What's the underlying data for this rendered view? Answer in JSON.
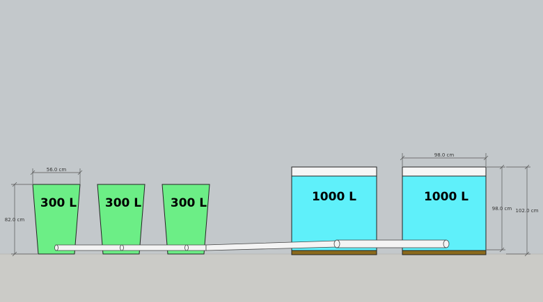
{
  "small_tanks": [
    {
      "label": "300 L",
      "color": "#6cee86"
    },
    {
      "label": "300 L",
      "color": "#6cee86"
    },
    {
      "label": "300 L",
      "color": "#6cee86"
    }
  ],
  "large_tanks": [
    {
      "label": "1000 L",
      "color": "#5ff0fa"
    },
    {
      "label": "1000 L",
      "color": "#5ff0fa"
    }
  ],
  "dimensions": {
    "small_tank_width": "56.0 cm",
    "small_tank_height": "82.0 cm",
    "large_tank_width": "98.0 cm",
    "large_tank_water_height": "98.0 cm",
    "large_tank_total_height": "102.0 cm"
  },
  "colors": {
    "background": "#c3c8cb",
    "ground": "#cbcbc7",
    "pipe": "#f4f4f4",
    "pallet": "#8a6a1c",
    "lid": "#f6f6f6"
  }
}
